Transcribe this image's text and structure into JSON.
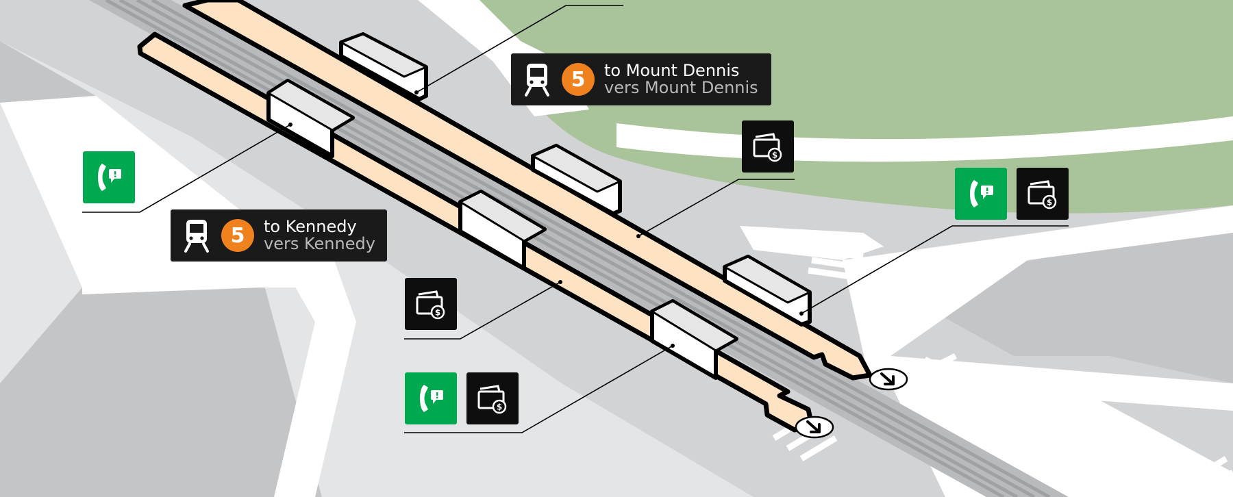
{
  "map": {
    "colors": {
      "road": "#ffffff",
      "block": "#d2d3d5",
      "blockLight": "#e4e5e6",
      "blockMid": "#c4c5c7",
      "park": "#a9c39a",
      "platform": "#fde3c4",
      "track": "#a9aaad",
      "outline": "#000000",
      "transitLine5": "#f0811f",
      "amenityGreen": "#00a850",
      "amenityBlack": "#0e0e0e"
    },
    "labels": [
      {
        "id": "westbound",
        "route": "5",
        "icon": "train-icon",
        "en": "to Mount Dennis",
        "fr": "vers Mount Dennis"
      },
      {
        "id": "eastbound",
        "route": "5",
        "icon": "train-icon",
        "en": "to Kennedy",
        "fr": "vers Kennedy"
      }
    ],
    "amenities": {
      "icons": {
        "intercom": "passenger-assistance-intercom-icon",
        "fare": "fare-vending-machine-icon"
      },
      "callouts": [
        {
          "id": "north-platform-fare",
          "items": [
            "fare"
          ]
        },
        {
          "id": "north-platform-east",
          "items": [
            "intercom",
            "fare"
          ]
        },
        {
          "id": "south-platform-west",
          "items": [
            "intercom"
          ]
        },
        {
          "id": "south-platform-middle",
          "items": [
            "fare"
          ]
        },
        {
          "id": "south-platform-east",
          "items": [
            "intercom",
            "fare"
          ]
        }
      ]
    },
    "exits": [
      {
        "id": "north-exit",
        "icon": "exit-arrow-icon"
      },
      {
        "id": "south-exit",
        "icon": "exit-arrow-icon"
      }
    ]
  }
}
